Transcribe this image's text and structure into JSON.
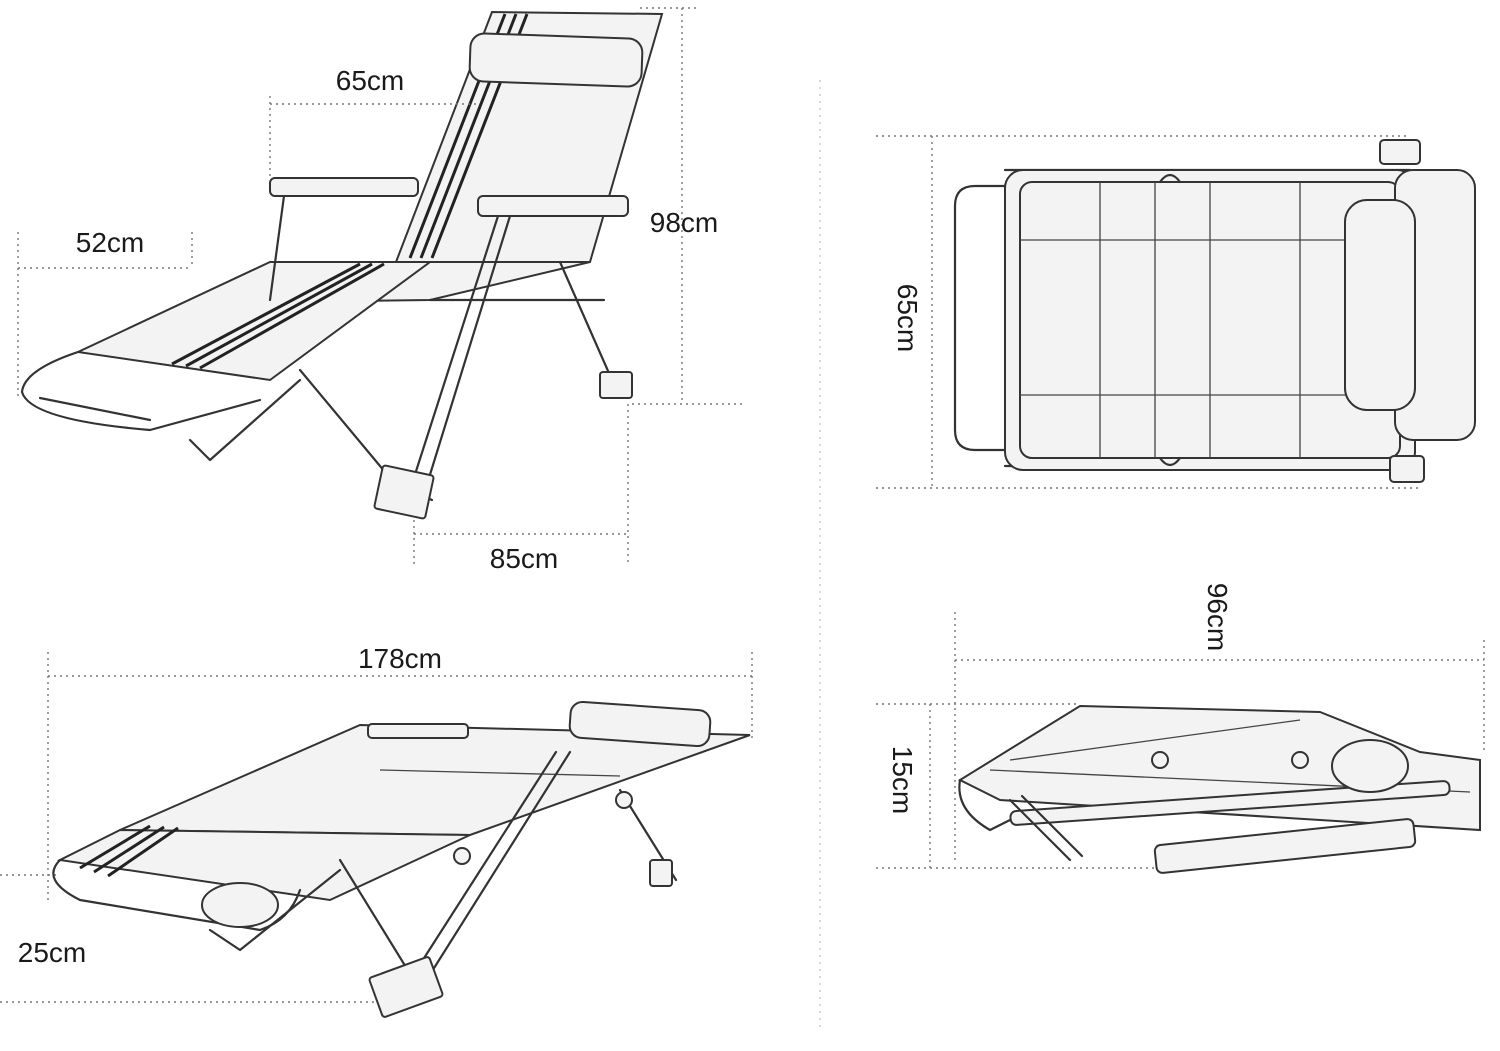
{
  "dimensions": {
    "reclined_armrest_width": "65cm",
    "reclined_height": "98cm",
    "reclined_seat_height": "52cm",
    "reclined_depth": "85cm",
    "flat_length": "178cm",
    "flat_height": "25cm",
    "top_view_width": "65cm",
    "folded_length": "96cm",
    "folded_thickness": "15cm"
  }
}
